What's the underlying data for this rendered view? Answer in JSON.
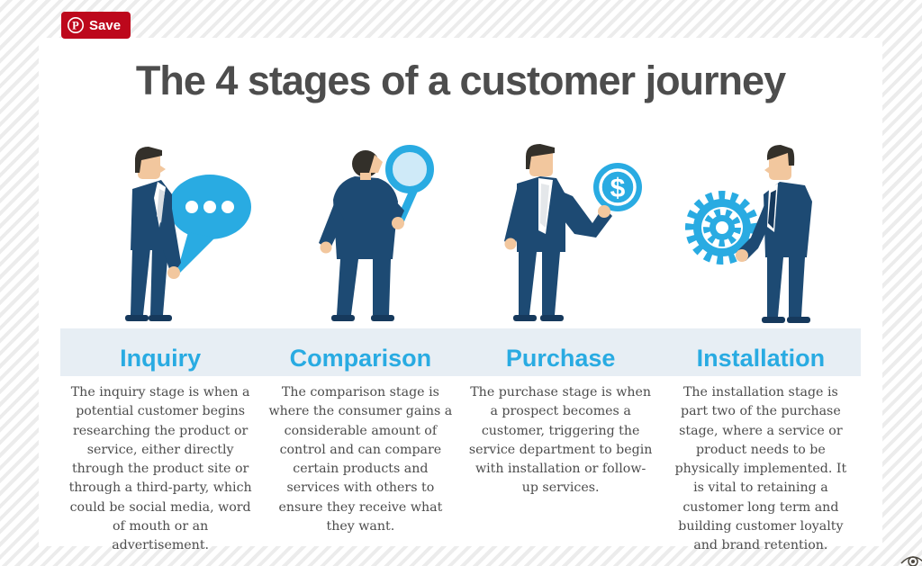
{
  "pinterest": {
    "save_label": "Save"
  },
  "title": "The 4 stages of a customer journey",
  "stages": [
    {
      "name": "Inquiry",
      "icon": "speech-bubble-icon",
      "description": "The inquiry stage is when a potential customer begins researching the product or service, either directly through the product site or through a third-party, which could be social media, word of mouth or an advertisement."
    },
    {
      "name": "Comparison",
      "icon": "magnifying-glass-icon",
      "description": "The comparison stage is where the consumer gains a considerable amount of control and can compare certain products and services with others to ensure they receive what they want."
    },
    {
      "name": "Purchase",
      "icon": "dollar-coin-icon",
      "description": "The purchase stage is when a prospect becomes a customer, triggering the service department to begin with installation or follow-up services."
    },
    {
      "name": "Installation",
      "icon": "gears-icon",
      "description": "The installation stage is part two of the purchase stage, where a service or product needs to be physically implemented. It is vital to retaining a customer long term and building customer loyalty and brand retention."
    }
  ],
  "colors": {
    "accent_blue": "#29abe2",
    "suit_navy": "#1d4a73",
    "band_blue": "#e7eef4",
    "title_gray": "#4d4d4d",
    "pinterest_red": "#bd081c"
  }
}
